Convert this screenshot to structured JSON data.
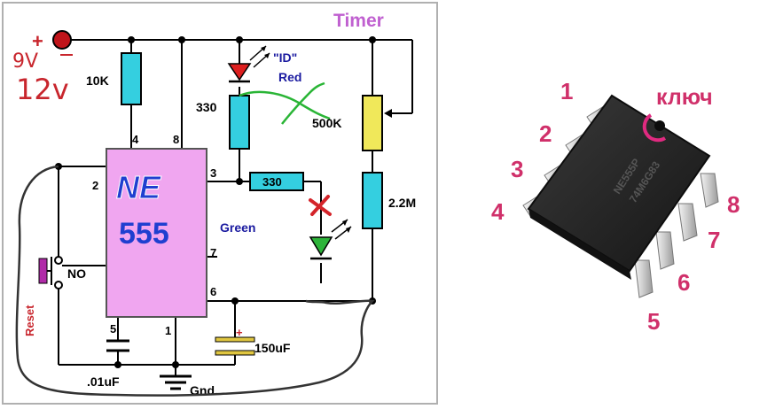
{
  "schematic": {
    "title": "Timer",
    "supply_handwritten": [
      "9V",
      "12v"
    ],
    "supply_sign": "+",
    "chip_brand": "NE",
    "chip_number": "555",
    "resistors": [
      "10K",
      "330",
      "330",
      "500K",
      "2.2M"
    ],
    "led_id_label": "\"ID\"",
    "led_red_label": "Red",
    "led_green_label": "Green",
    "switch_label": "NO",
    "reset_label": "Reset",
    "cap_small": ".01uF",
    "cap_large": "150uF",
    "cap_plus": "+",
    "ground_label": "Gnd.",
    "pins": {
      "p1": "1",
      "p2": "2",
      "p3": "3",
      "p4": "4",
      "p5": "5",
      "p6": "6",
      "p7": "7",
      "p8": "8"
    },
    "colors": {
      "frame": "#b0b0b0",
      "chip_body": "#f0a6f0",
      "chip_text": "#1f3fd0",
      "resistor": "#34cfe0",
      "trimpot": "#f0e85a",
      "red_led": "#dd1f1f",
      "green_led": "#2db43a",
      "title": "#c060d0",
      "handwriting": "#c8262d",
      "hand_wire": "#333333"
    }
  },
  "chip_photo": {
    "key_label": "ключ",
    "pin_numbers": [
      "1",
      "2",
      "3",
      "4",
      "5",
      "6",
      "7",
      "8"
    ],
    "marking_line1": "NE555P",
    "marking_line2": "74M6G83",
    "colors": {
      "pin_numbers": "#d0306a",
      "key_mark": "#e02a80",
      "body": "#232323"
    }
  }
}
